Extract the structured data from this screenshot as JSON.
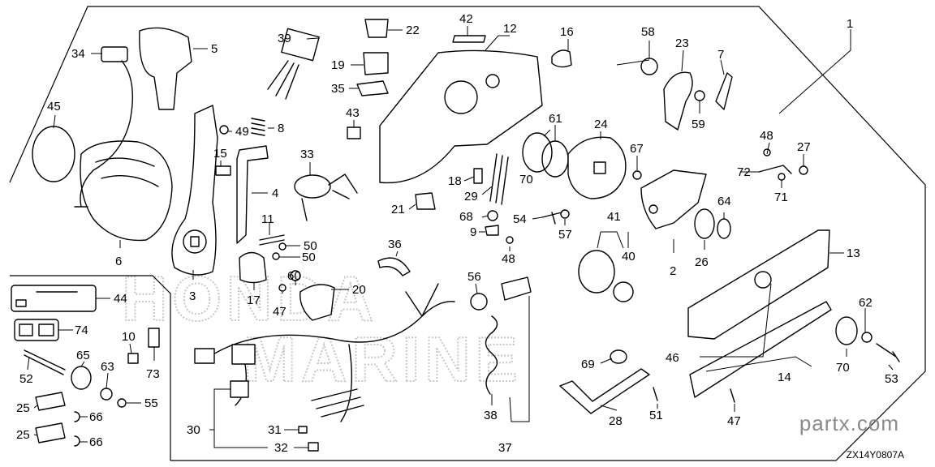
{
  "diagram": {
    "callouts": [
      {
        "id": "1",
        "label": "1"
      },
      {
        "id": "2",
        "label": "2"
      },
      {
        "id": "3",
        "label": "3"
      },
      {
        "id": "4",
        "label": "4"
      },
      {
        "id": "5",
        "label": "5"
      },
      {
        "id": "6",
        "label": "6"
      },
      {
        "id": "7",
        "label": "7"
      },
      {
        "id": "8",
        "label": "8"
      },
      {
        "id": "9",
        "label": "9"
      },
      {
        "id": "10",
        "label": "10"
      },
      {
        "id": "11",
        "label": "11"
      },
      {
        "id": "12",
        "label": "12"
      },
      {
        "id": "13",
        "label": "13"
      },
      {
        "id": "14",
        "label": "14"
      },
      {
        "id": "15",
        "label": "15"
      },
      {
        "id": "16",
        "label": "16"
      },
      {
        "id": "17",
        "label": "17"
      },
      {
        "id": "18",
        "label": "18"
      },
      {
        "id": "19",
        "label": "19"
      },
      {
        "id": "20",
        "label": "20"
      },
      {
        "id": "21",
        "label": "21"
      },
      {
        "id": "22",
        "label": "22"
      },
      {
        "id": "23",
        "label": "23"
      },
      {
        "id": "24",
        "label": "24"
      },
      {
        "id": "25a",
        "label": "25"
      },
      {
        "id": "25b",
        "label": "25"
      },
      {
        "id": "26",
        "label": "26"
      },
      {
        "id": "27",
        "label": "27"
      },
      {
        "id": "28",
        "label": "28"
      },
      {
        "id": "29",
        "label": "29"
      },
      {
        "id": "30",
        "label": "30"
      },
      {
        "id": "31",
        "label": "31"
      },
      {
        "id": "32",
        "label": "32"
      },
      {
        "id": "33",
        "label": "33"
      },
      {
        "id": "34",
        "label": "34"
      },
      {
        "id": "35",
        "label": "35"
      },
      {
        "id": "36",
        "label": "36"
      },
      {
        "id": "37",
        "label": "37"
      },
      {
        "id": "38",
        "label": "38"
      },
      {
        "id": "39",
        "label": "39"
      },
      {
        "id": "40",
        "label": "40"
      },
      {
        "id": "41",
        "label": "41"
      },
      {
        "id": "42",
        "label": "42"
      },
      {
        "id": "43",
        "label": "43"
      },
      {
        "id": "44",
        "label": "44"
      },
      {
        "id": "45",
        "label": "45"
      },
      {
        "id": "46",
        "label": "46"
      },
      {
        "id": "47a",
        "label": "47"
      },
      {
        "id": "47b",
        "label": "47"
      },
      {
        "id": "48a",
        "label": "48"
      },
      {
        "id": "48b",
        "label": "48"
      },
      {
        "id": "49",
        "label": "49"
      },
      {
        "id": "50a",
        "label": "50"
      },
      {
        "id": "50b",
        "label": "50"
      },
      {
        "id": "51",
        "label": "51"
      },
      {
        "id": "52",
        "label": "52"
      },
      {
        "id": "53",
        "label": "53"
      },
      {
        "id": "54",
        "label": "54"
      },
      {
        "id": "55",
        "label": "55"
      },
      {
        "id": "56",
        "label": "56"
      },
      {
        "id": "57",
        "label": "57"
      },
      {
        "id": "58",
        "label": "58"
      },
      {
        "id": "59",
        "label": "59"
      },
      {
        "id": "60",
        "label": "60"
      },
      {
        "id": "61",
        "label": "61"
      },
      {
        "id": "62",
        "label": "62"
      },
      {
        "id": "63",
        "label": "63"
      },
      {
        "id": "64",
        "label": "64"
      },
      {
        "id": "65",
        "label": "65"
      },
      {
        "id": "66a",
        "label": "66"
      },
      {
        "id": "66b",
        "label": "66"
      },
      {
        "id": "67",
        "label": "67"
      },
      {
        "id": "68",
        "label": "68"
      },
      {
        "id": "69",
        "label": "69"
      },
      {
        "id": "70a",
        "label": "70"
      },
      {
        "id": "70b",
        "label": "70"
      },
      {
        "id": "71",
        "label": "71"
      },
      {
        "id": "72",
        "label": "72"
      },
      {
        "id": "73",
        "label": "73"
      },
      {
        "id": "74",
        "label": "74"
      }
    ],
    "watermark_lines": [
      "HONDA",
      "MARINE"
    ],
    "site_mark": "partx.com",
    "diagram_code": "ZX14Y0807A"
  },
  "colors": {
    "ink": "#000000",
    "watermark": "#c8c8c8",
    "site_mark": "#8a8a8a"
  }
}
